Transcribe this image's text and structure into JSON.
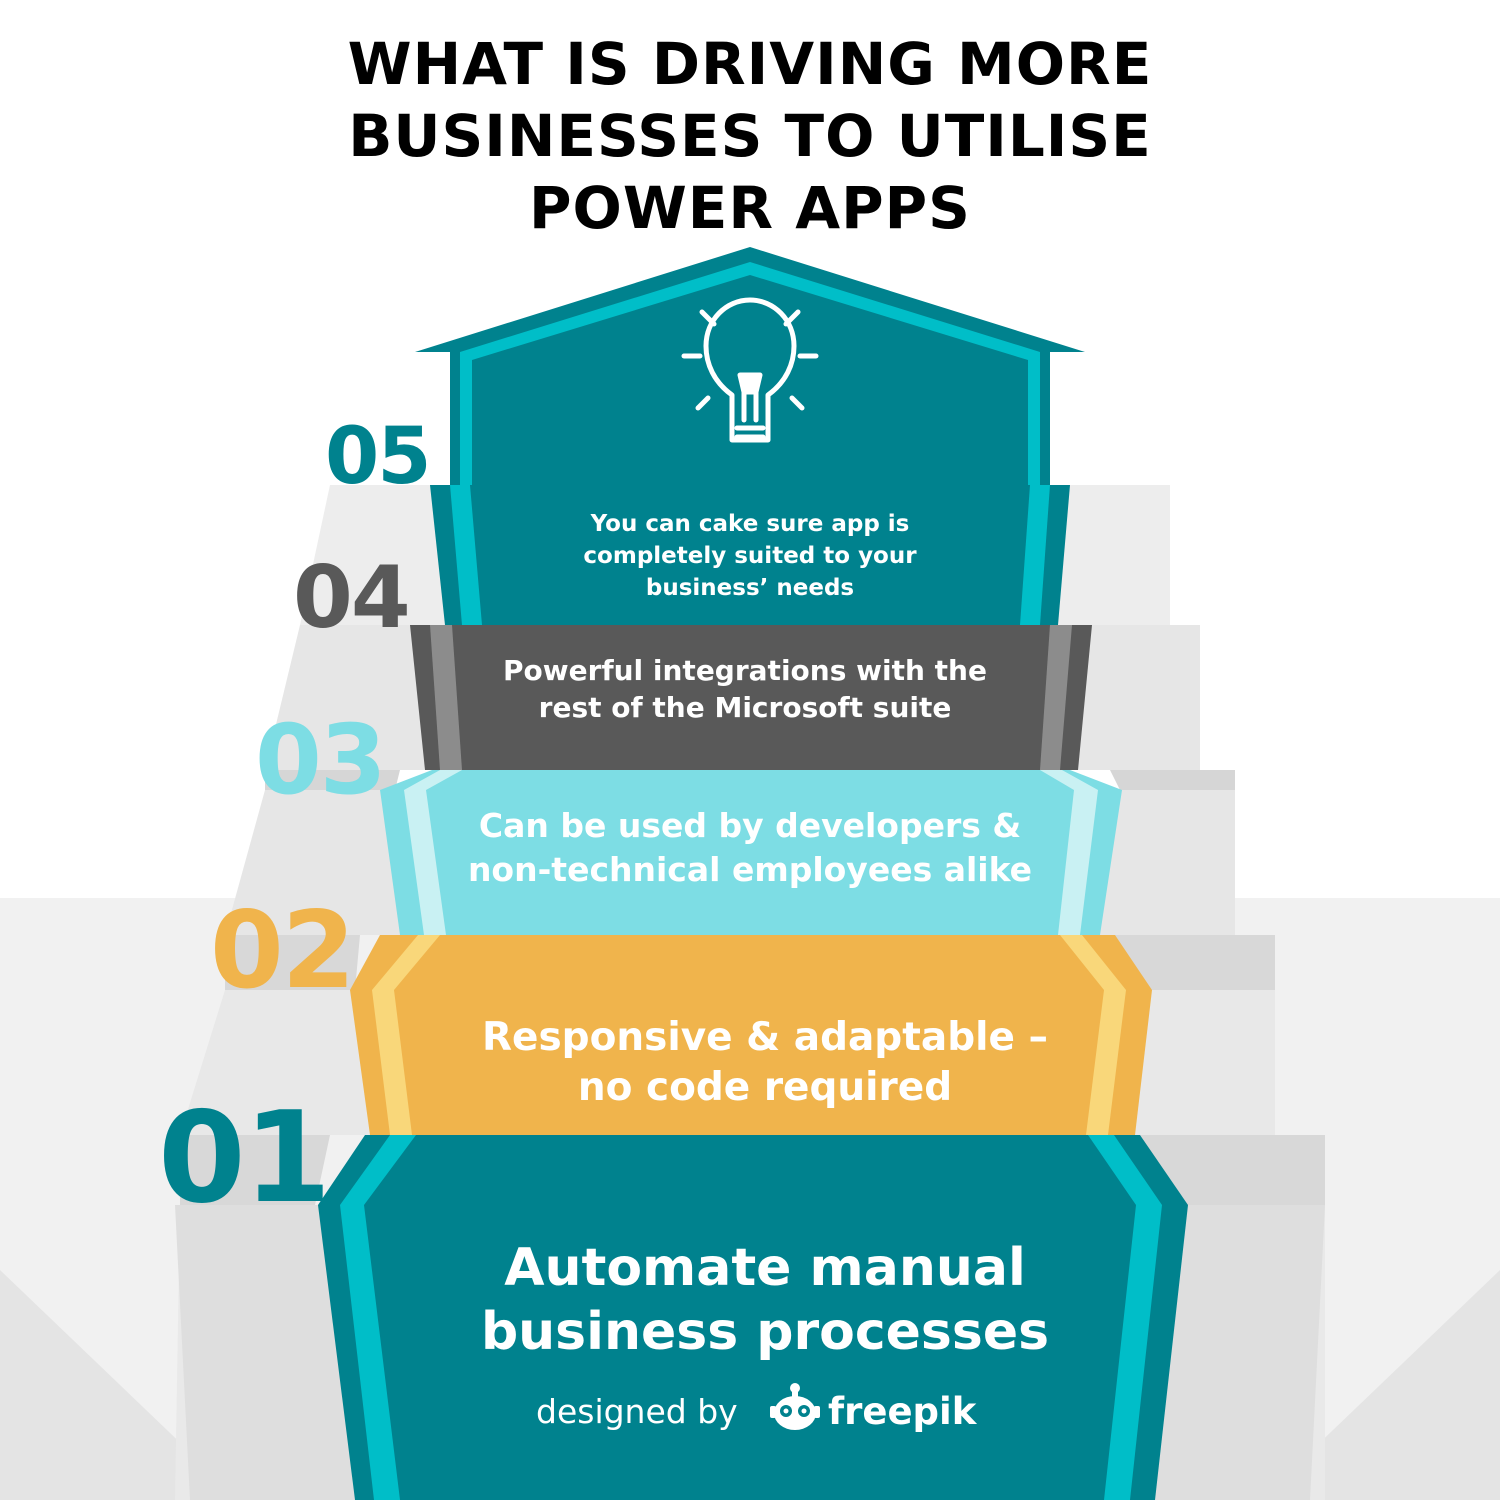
{
  "title": {
    "line1": "WHAT IS DRIVING MORE",
    "line2": "BUSINESSES TO UTILISE",
    "line3": "POWER APPS"
  },
  "steps": [
    {
      "number": "01",
      "line1": "Automate manual",
      "line2": "business processes",
      "color": "#00828E",
      "accent": "#00BEC8"
    },
    {
      "number": "02",
      "line1": "Responsive & adaptable –",
      "line2": "no code required",
      "color": "#F0B44C",
      "accent": "#F9D77A"
    },
    {
      "number": "03",
      "line1": "Can be used by developers &",
      "line2": "non-technical employees alike",
      "color": "#7DDDE4",
      "accent": "#C9F1F3"
    },
    {
      "number": "04",
      "line1": "Powerful integrations with the",
      "line2": "rest of the Microsoft suite",
      "color": "#595959",
      "accent": "#8C8C8C"
    },
    {
      "number": "05",
      "line1": "You can cake sure app is",
      "line2": "completely suited to your",
      "line3": "business’ needs",
      "color": "#00828E",
      "accent": "#00BEC8"
    }
  ],
  "icon": "lightbulb-icon",
  "credit": {
    "designed_by": "designed by",
    "brand": "freepik"
  },
  "colors": {
    "stair_light": "#E9E9E9",
    "stair_side": "#DCDCDC",
    "floor": "#F1F1F1"
  }
}
